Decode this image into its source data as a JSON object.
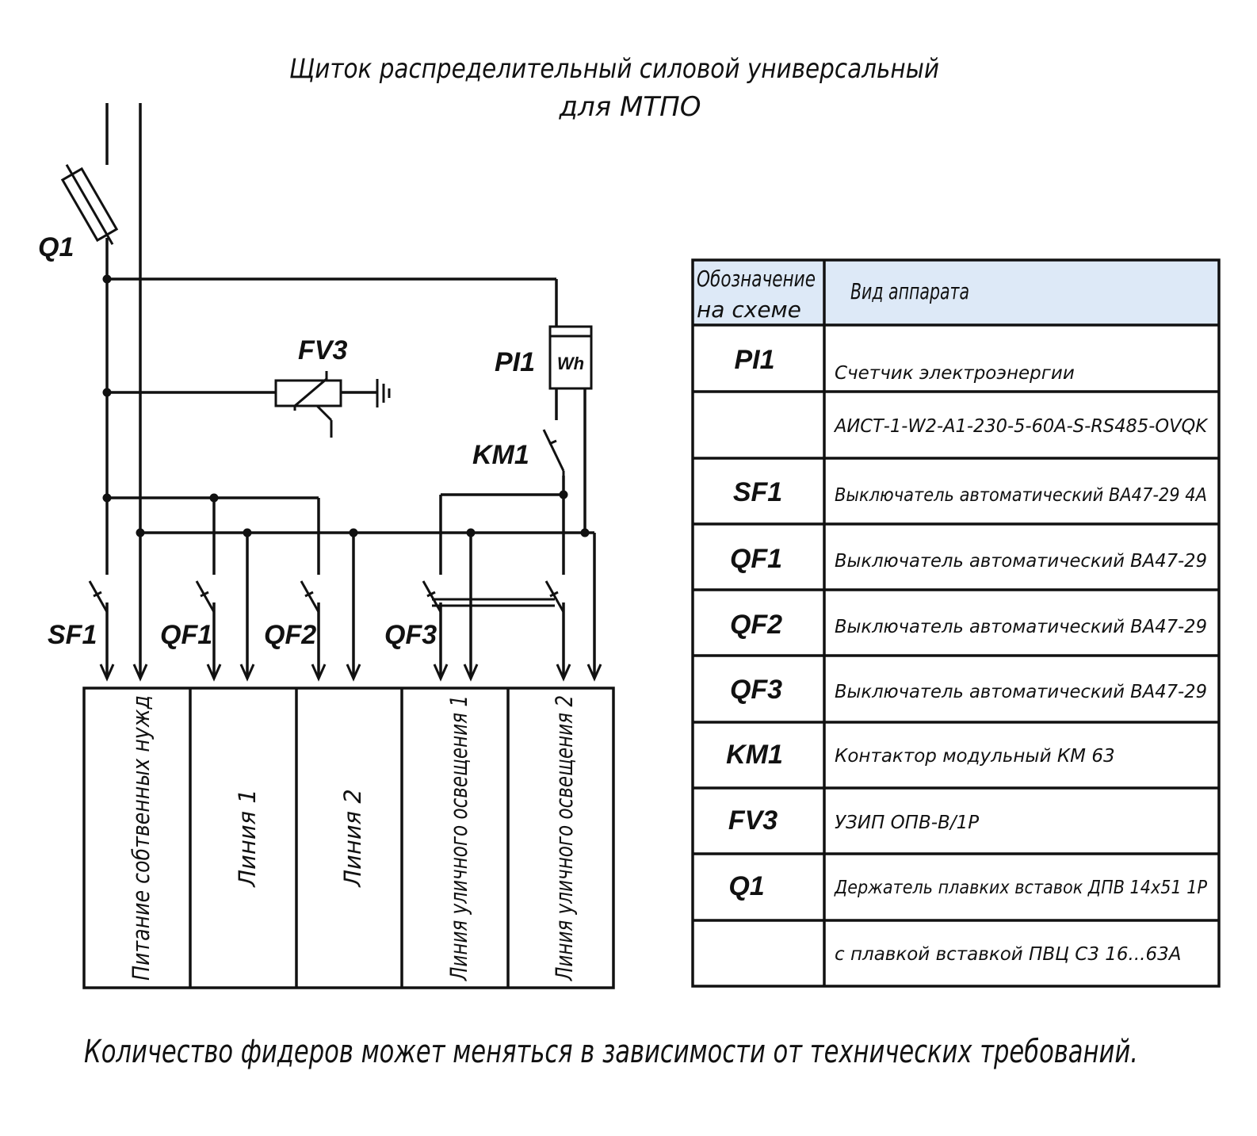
{
  "title": {
    "line1": "Щиток распределительный силовой универсальный",
    "line2": "для МТПО"
  },
  "note": "Количество фидеров может меняться в зависимости от технических требований.",
  "labels": {
    "q1": "Q1",
    "fv3": "FV3",
    "pi1": "PI1",
    "meter": "Wh",
    "km1": "KM1",
    "sf1": "SF1",
    "qf1": "QF1",
    "qf2": "QF2",
    "qf3": "QF3"
  },
  "feeders": [
    "Питание собтвенных нужд",
    "Линия 1",
    "Линия 2",
    "Линия уличного освещения 1",
    "Линия уличного освещения 2"
  ],
  "table": {
    "header_col1_line1": "Обозначение",
    "header_col1_line2": "на схеме",
    "header_col2": "Вид аппарата",
    "header_bg": "#dde9f7",
    "rows": [
      {
        "des": "PI1",
        "desc": "Счетчик электроэнергии"
      },
      {
        "des": "",
        "desc": "АИСТ-1-W2-A1-230-5-60A-S-RS485-OVQK"
      },
      {
        "des": "SF1",
        "desc": "Выключатель автоматический ВА47-29 4А"
      },
      {
        "des": "QF1",
        "desc": "Выключатель автоматический ВА47-29"
      },
      {
        "des": "QF2",
        "desc": "Выключатель автоматический ВА47-29"
      },
      {
        "des": "QF3",
        "desc": "Выключатель автоматический ВА47-29"
      },
      {
        "des": "KM1",
        "desc": "Контактор модульный КМ 63"
      },
      {
        "des": "FV3",
        "desc": "УЗИП ОПВ-В/1Р"
      },
      {
        "des": "Q1",
        "desc": "Держатель плавких вставок ДПВ 14х51 1Р"
      },
      {
        "des": "",
        "desc": "с плавкой вставкой ПВЦ С3 16...63А"
      }
    ]
  }
}
